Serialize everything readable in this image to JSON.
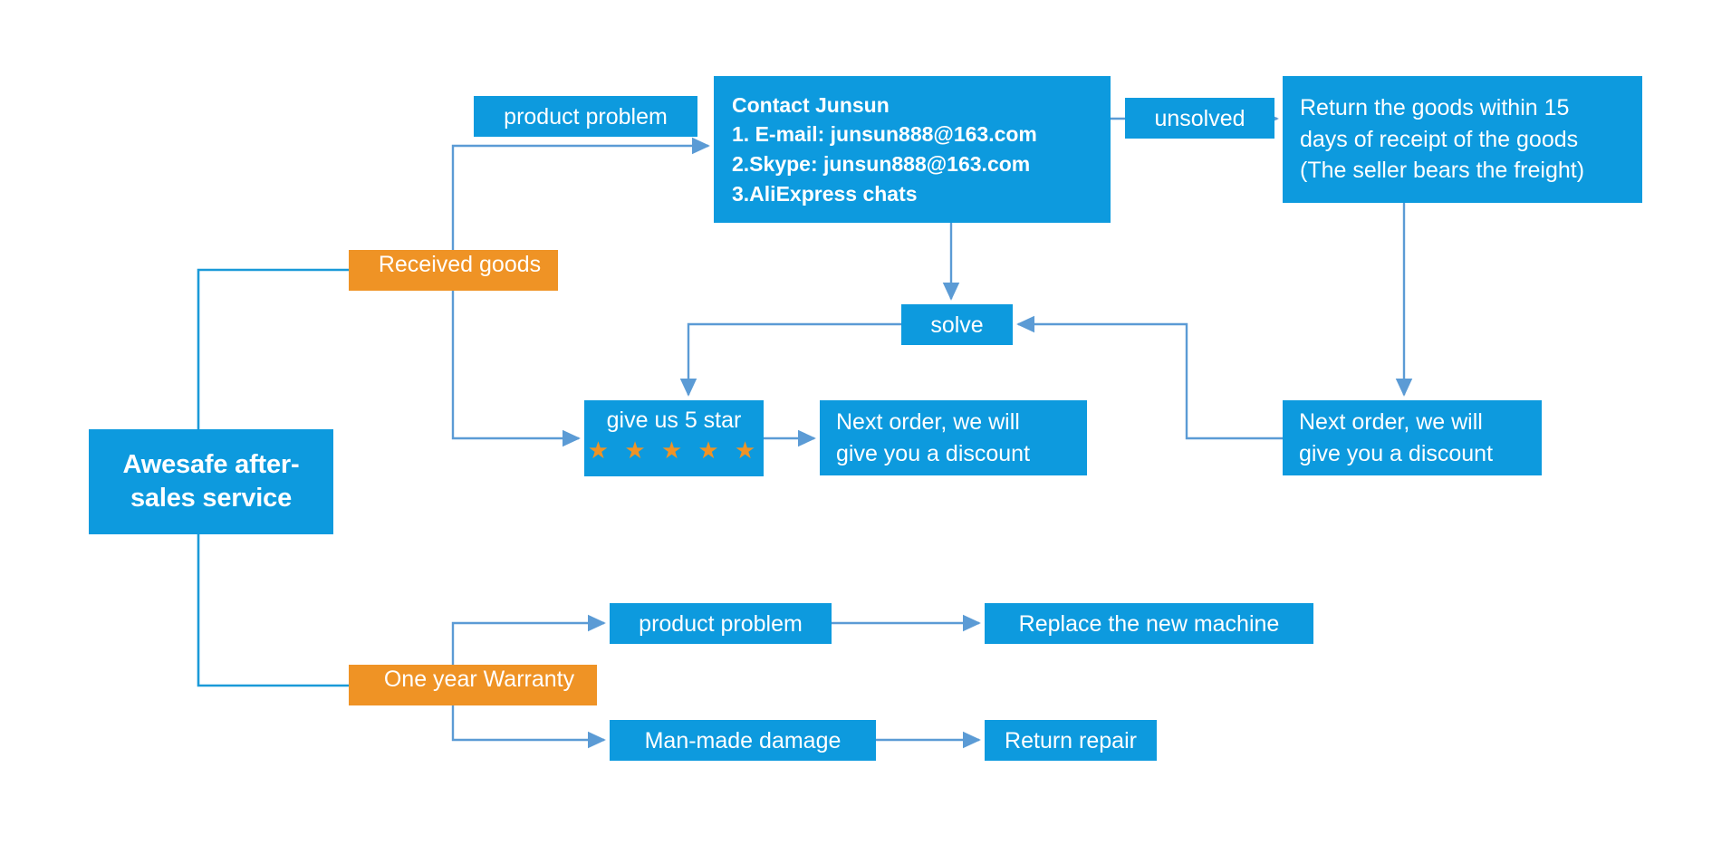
{
  "diagram": {
    "title": "Awesafe after-sales service flowchart",
    "colors": {
      "blue": "#0d9ade",
      "orange": "#ef9325",
      "connector": "#5b9bd5",
      "connector_dark": "#1a9ad8",
      "background": "#ffffff",
      "text": "#ffffff",
      "star": "#ef9325"
    }
  },
  "nodes": {
    "root": {
      "label": "Awesafe after-\nsales service",
      "type": "blue"
    },
    "received_goods": {
      "label": "Received goods",
      "type": "orange"
    },
    "one_year_warranty": {
      "label": "One year Warranty",
      "type": "orange"
    },
    "product_problem_top": {
      "label": "product problem",
      "type": "blue"
    },
    "contact": {
      "type": "blue",
      "heading": "Contact Junsun",
      "line1": "1. E-mail:  junsun888@163.com",
      "line2": "2.Skype:  junsun888@163.com",
      "line3": "3.AliExpress chats"
    },
    "unsolved": {
      "label": "unsolved",
      "type": "blue"
    },
    "return_goods": {
      "type": "blue",
      "label": "Return the goods within 15\ndays of receipt of the goods\n(The seller bears the freight)"
    },
    "solve": {
      "label": "solve",
      "type": "blue"
    },
    "five_star": {
      "label": "give us 5 star",
      "stars": "★ ★ ★ ★ ★",
      "star_count": 5,
      "type": "blue"
    },
    "discount_middle": {
      "label": "Next order, we will\ngive you a discount",
      "type": "blue"
    },
    "discount_right": {
      "label": "Next order, we will\ngive you a discount",
      "type": "blue"
    },
    "product_problem_bottom": {
      "label": "product problem",
      "type": "blue"
    },
    "replace_machine": {
      "label": "Replace the new machine",
      "type": "blue"
    },
    "man_made_damage": {
      "label": "Man-made damage",
      "type": "blue"
    },
    "return_repair": {
      "label": "Return repair",
      "type": "blue"
    }
  },
  "edges": [
    {
      "from": "root",
      "to": "received_goods",
      "label": ""
    },
    {
      "from": "root",
      "to": "one_year_warranty",
      "label": ""
    },
    {
      "from": "received_goods",
      "to": "contact",
      "label": "product problem"
    },
    {
      "from": "received_goods",
      "to": "five_star",
      "label": ""
    },
    {
      "from": "contact",
      "to": "return_goods",
      "label": "unsolved"
    },
    {
      "from": "contact",
      "to": "solve",
      "label": ""
    },
    {
      "from": "solve",
      "to": "five_star",
      "label": ""
    },
    {
      "from": "five_star",
      "to": "discount_middle",
      "label": ""
    },
    {
      "from": "return_goods",
      "to": "discount_right",
      "label": ""
    },
    {
      "from": "discount_right",
      "to": "solve",
      "label": ""
    },
    {
      "from": "one_year_warranty",
      "to": "product_problem_bottom",
      "label": ""
    },
    {
      "from": "one_year_warranty",
      "to": "man_made_damage",
      "label": ""
    },
    {
      "from": "product_problem_bottom",
      "to": "replace_machine",
      "label": ""
    },
    {
      "from": "man_made_damage",
      "to": "return_repair",
      "label": ""
    }
  ]
}
